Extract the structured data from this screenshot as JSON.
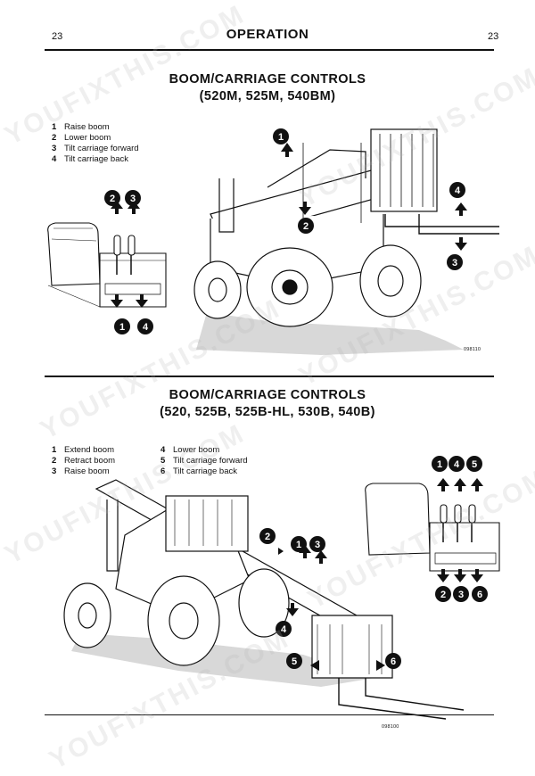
{
  "header": {
    "page_left": "23",
    "chapter": "OPERATION",
    "page_right": "23"
  },
  "section1": {
    "title_line1": "BOOM/CARRIAGE CONTROLS",
    "title_line2": "(520M, 525M, 540BM)",
    "legend": [
      {
        "num": "1",
        "text": "Raise boom"
      },
      {
        "num": "2",
        "text": "Lower boom"
      },
      {
        "num": "3",
        "text": "Tilt carriage forward"
      },
      {
        "num": "4",
        "text": "Tilt carriage back"
      }
    ],
    "figure_code": "098110"
  },
  "section2": {
    "title_line1": "BOOM/CARRIAGE CONTROLS",
    "title_line2": "(520, 525B, 525B-HL, 530B, 540B)",
    "legend_col1": [
      {
        "num": "1",
        "text": "Extend boom"
      },
      {
        "num": "2",
        "text": "Retract boom"
      },
      {
        "num": "3",
        "text": "Raise boom"
      }
    ],
    "legend_col2": [
      {
        "num": "4",
        "text": "Lower boom"
      },
      {
        "num": "5",
        "text": "Tilt carriage forward"
      },
      {
        "num": "6",
        "text": "Tilt carriage back"
      }
    ],
    "figure_code": "098100"
  },
  "callouts": {
    "top_console_up": [
      "2",
      "3"
    ],
    "top_console_down": [
      "1",
      "4"
    ],
    "top_machine": [
      "1",
      "2",
      "4",
      "3"
    ],
    "bottom_console_up": [
      "1",
      "4",
      "5"
    ],
    "bottom_console_down": [
      "2",
      "3",
      "6"
    ],
    "bottom_machine_boom": [
      "2",
      "1",
      "3"
    ],
    "bottom_machine_other": [
      "4",
      "5",
      "6"
    ]
  },
  "watermark": "YOUFIXTHIS.COM"
}
